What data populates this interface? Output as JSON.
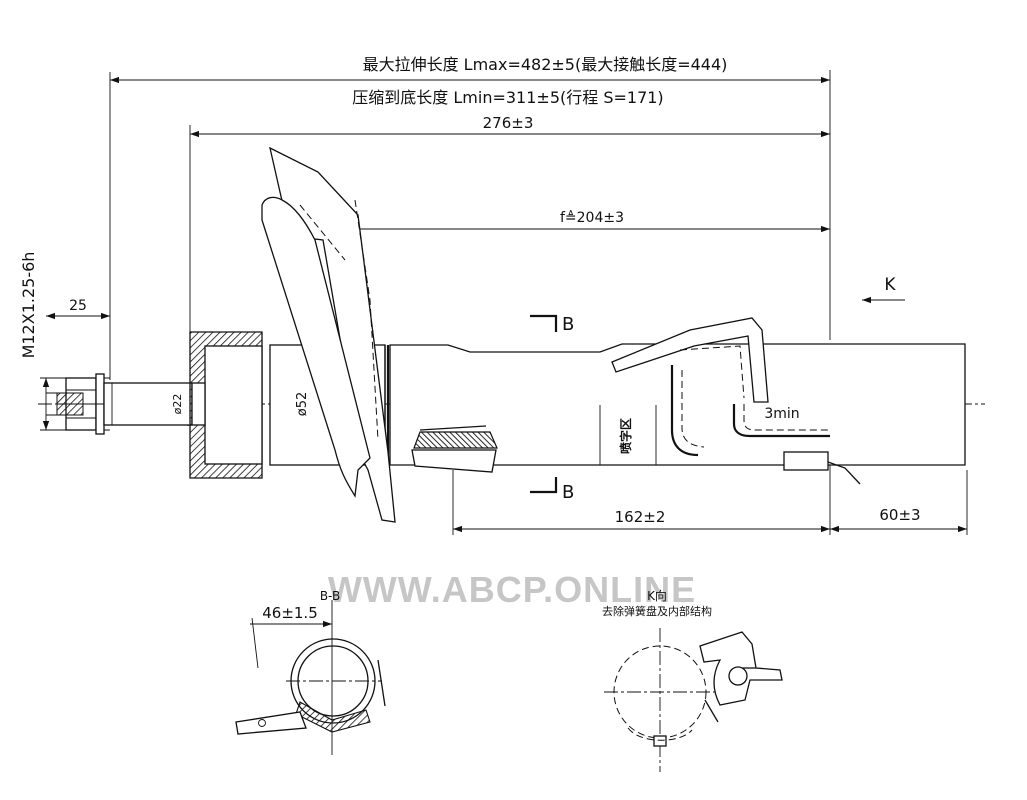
{
  "dimensions": {
    "lmax": "最大拉伸长度 Lmax=482±5(最大接触长度=444)",
    "lmin": "压缩到底长度 Lmin=311±5(行程 S=171)",
    "d276": "276±3",
    "d204": "f≜204±3",
    "d25": "25",
    "thread": "M12X1.25-6h",
    "dia22": "ø22",
    "dia52": "ø52",
    "d162": "162±2",
    "d60": "60±3",
    "d3min": "3min"
  },
  "labels": {
    "section_b_top": "B",
    "section_b_bottom": "B",
    "view_k": "K",
    "marking_zone": "喷字区",
    "section_title": "B-B",
    "d46": "46±1.5",
    "view_k_title": "K向",
    "view_k_note": "去除弹簧盘及内部结构"
  },
  "watermark": "WWW.ABCP.ONLINE"
}
